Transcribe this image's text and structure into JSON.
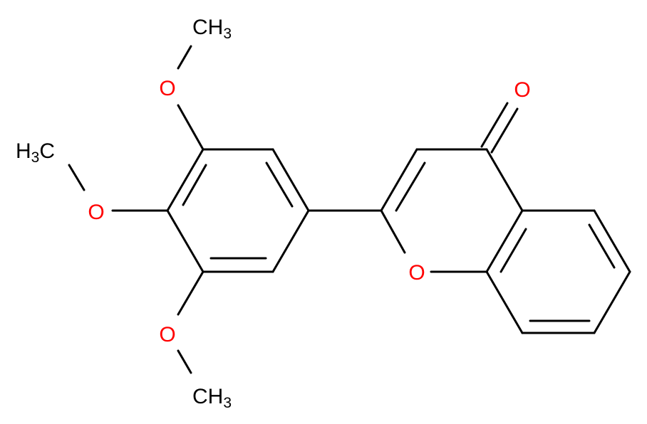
{
  "molecule": {
    "atom_labels": {
      "carbonyl_oxygen": "O",
      "ring_oxygen": "O",
      "methoxy_oxygen_top": "O",
      "methoxy_oxygen_middle": "O",
      "methoxy_oxygen_bottom": "O",
      "methyl_top": {
        "main": "CH",
        "sub": "3"
      },
      "methyl_middle": {
        "main": "H",
        "sub": "3",
        "tail": "C"
      },
      "methyl_bottom": {
        "main": "CH",
        "sub": "3"
      }
    },
    "colors": {
      "bond": "#000000",
      "carbon_label": "#000000",
      "oxygen_label": "#ff0000"
    }
  }
}
